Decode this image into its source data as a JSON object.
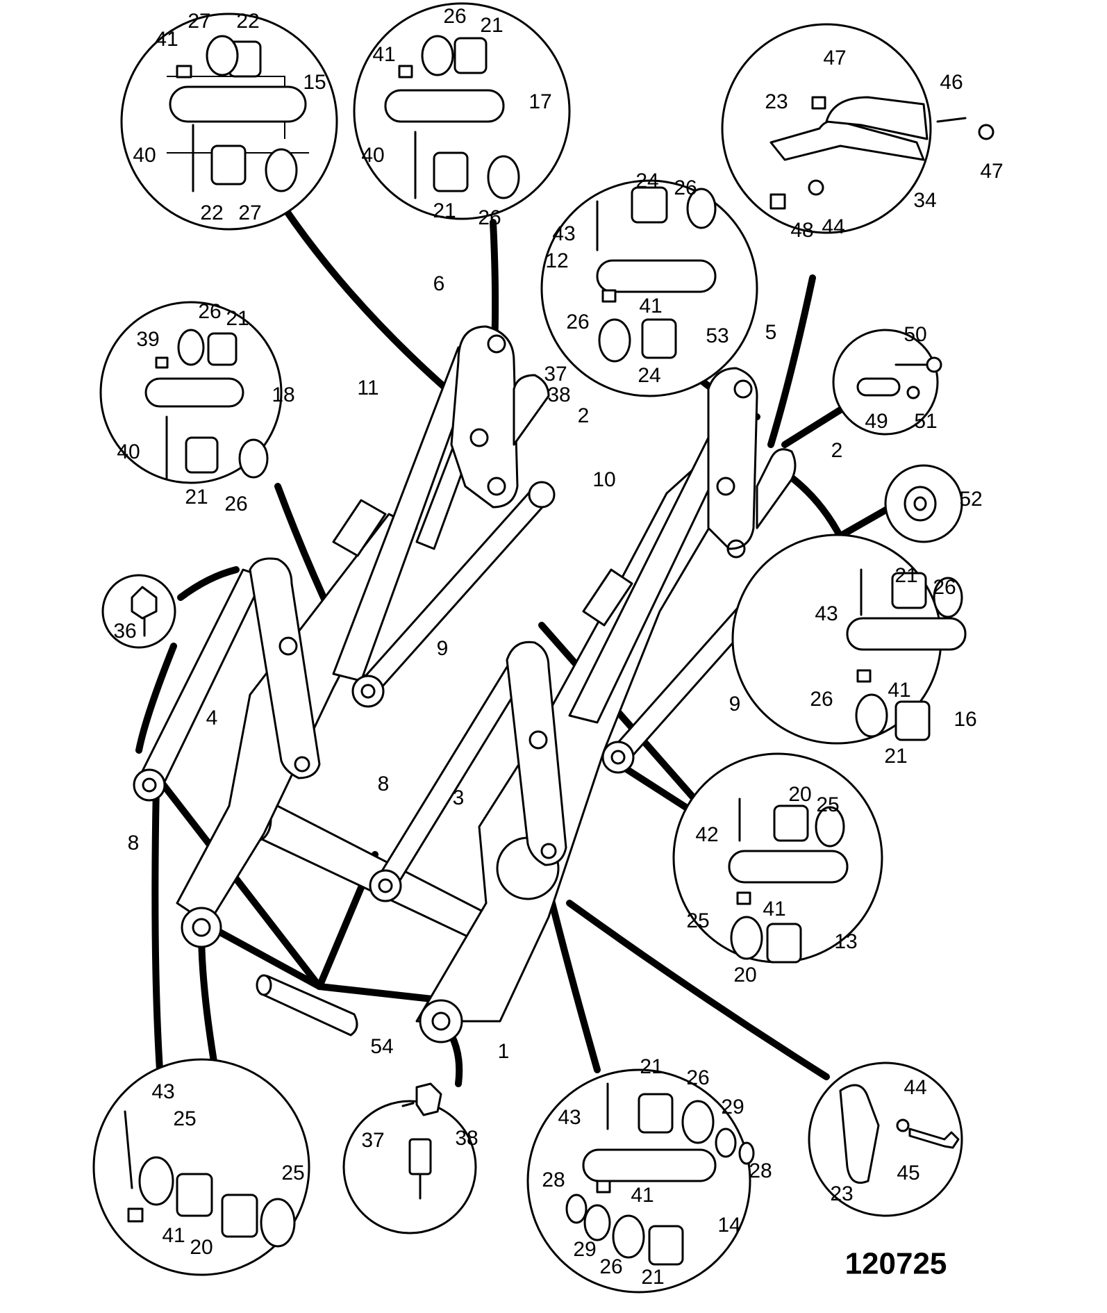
{
  "diagram": {
    "drawing_number": "120725",
    "main_labels": {
      "c1": "1",
      "c2a": "2",
      "c2b": "2",
      "c3": "3",
      "c4": "4",
      "c5": "5",
      "c6": "6",
      "c8a": "8",
      "c8b": "8",
      "c9a": "9",
      "c9b": "9",
      "c10": "10",
      "c11": "11",
      "c37": "37",
      "c38": "38",
      "c54": "54"
    },
    "details": {
      "detail_a": {
        "l41": "41",
        "l27a": "27",
        "l22a": "22",
        "l15": "15",
        "l40": "40",
        "l22b": "22",
        "l27b": "27"
      },
      "detail_b": {
        "l26a": "26",
        "l21a": "21",
        "l41": "41",
        "l17": "17",
        "l40": "40",
        "l21b": "21",
        "l26b": "26"
      },
      "detail_c": {
        "l47a": "47",
        "l46": "46",
        "l23": "23",
        "l47b": "47",
        "l34": "34",
        "l48": "48",
        "l44": "44"
      },
      "detail_d": {
        "l24a": "24",
        "l26a": "26",
        "l43": "43",
        "l12": "12",
        "l41": "41",
        "l53": "53",
        "l26b": "26",
        "l24b": "24"
      },
      "detail_e": {
        "l26a": "26",
        "l21a": "21",
        "l39": "39",
        "l18": "18",
        "l40": "40",
        "l21b": "21",
        "l26b": "26"
      },
      "detail_f": {
        "l50": "50",
        "l49": "49",
        "l51": "51"
      },
      "detail_g": {
        "l52": "52"
      },
      "detail_h": {
        "l36": "36"
      },
      "detail_i": {
        "l21a": "21",
        "l26a": "26",
        "l43": "43",
        "l41": "41",
        "l26b": "26",
        "l16": "16",
        "l21b": "21"
      },
      "detail_j": {
        "l20a": "20",
        "l25a": "25",
        "l42": "42",
        "l41": "41",
        "l25b": "25",
        "l13": "13",
        "l20b": "20"
      },
      "detail_k": {
        "l43": "43",
        "l25a": "25",
        "l25b": "25",
        "l41": "41",
        "l20": "20"
      },
      "detail_l": {
        "l37": "37",
        "l38": "38"
      },
      "detail_m": {
        "l21a": "21",
        "l26a": "26",
        "l43": "43",
        "l29a": "29",
        "l28a": "28",
        "l41": "41",
        "l28b": "28",
        "l14": "14",
        "l29b": "29",
        "l26b": "26",
        "l21b": "21"
      },
      "detail_n": {
        "l44": "44",
        "l23": "23",
        "l45": "45"
      }
    }
  }
}
